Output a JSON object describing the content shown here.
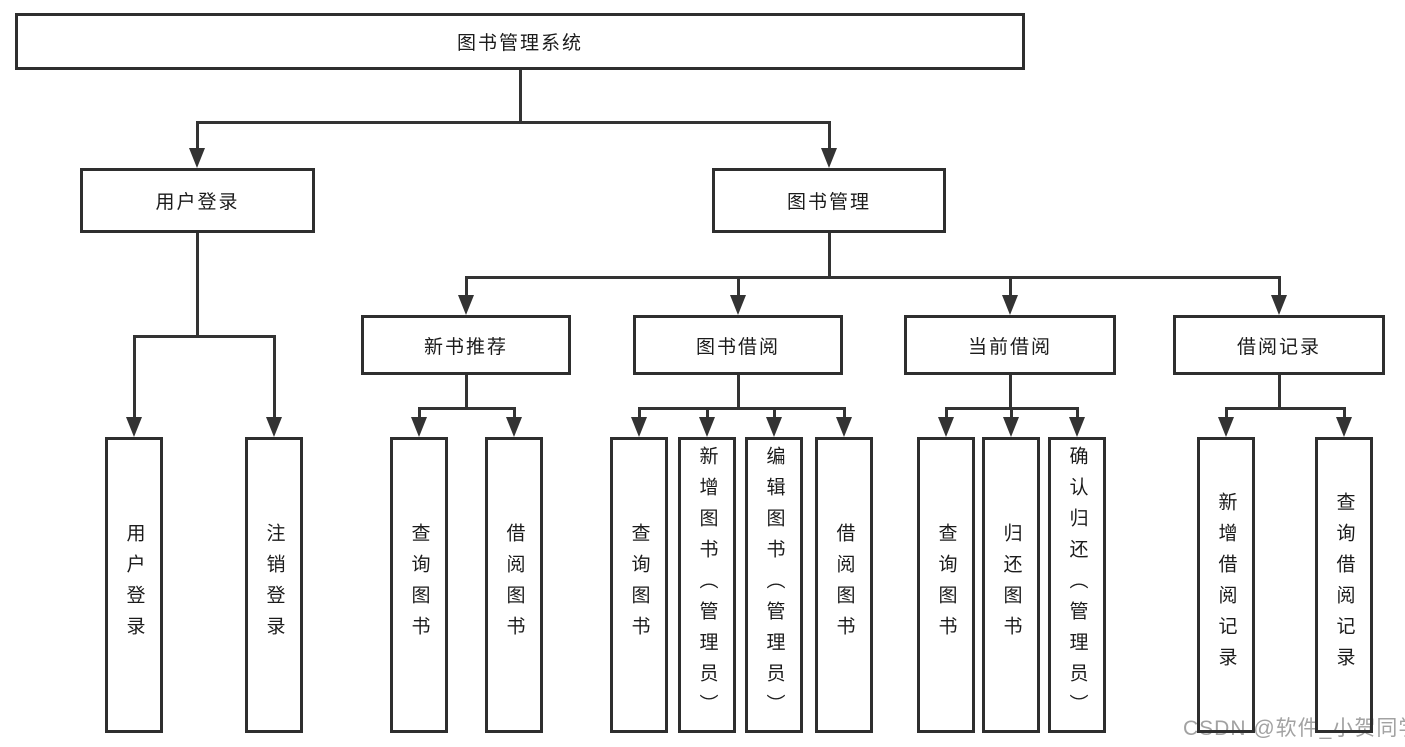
{
  "tree": {
    "root": {
      "label": "图书管理系统"
    },
    "children": [
      {
        "label": "用户登录",
        "children": [
          {
            "label": "用户登录"
          },
          {
            "label": "注销登录"
          }
        ]
      },
      {
        "label": "图书管理",
        "children": [
          {
            "label": "新书推荐",
            "children": [
              {
                "label": "查询图书"
              },
              {
                "label": "借阅图书"
              }
            ]
          },
          {
            "label": "图书借阅",
            "children": [
              {
                "label": "查询图书"
              },
              {
                "label": "新增图书（管理员）"
              },
              {
                "label": "编辑图书（管理员）"
              },
              {
                "label": "借阅图书"
              }
            ]
          },
          {
            "label": "当前借阅",
            "children": [
              {
                "label": "查询图书"
              },
              {
                "label": "归还图书"
              },
              {
                "label": "确认归还（管理员）"
              }
            ]
          },
          {
            "label": "借阅记录",
            "children": [
              {
                "label": "新增借阅记录"
              },
              {
                "label": "查询借阅记录"
              }
            ]
          }
        ]
      }
    ]
  },
  "watermark": {
    "text": "CSDN @软件_小贺同学"
  },
  "colors": {
    "line": "#333333",
    "border": "#2e2e2e",
    "text": "#1b1b1b",
    "watermark": "#a2a2a2",
    "background": "#ffffff"
  }
}
